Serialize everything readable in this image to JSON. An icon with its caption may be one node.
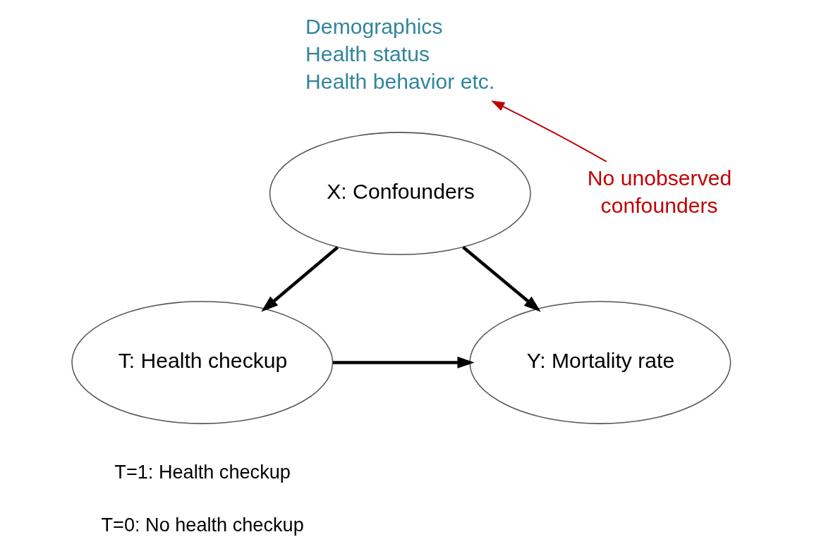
{
  "diagram": {
    "nodes": [
      {
        "text": [
          "X: Confounders"
        ]
      },
      {
        "text": [
          "T: Health checkup"
        ]
      },
      {
        "text": [
          "Y: Mortality rate"
        ]
      },
      {
        "text": [
          "Demographics",
          "Health status",
          "Health behavior etc."
        ]
      },
      {
        "text": [
          "No unobserved confounders"
        ]
      }
    ],
    "edges": [
      {
        "from": 0,
        "to": 1,
        "arrow": "to"
      },
      {
        "from": 0,
        "to": 2,
        "arrow": "to"
      },
      {
        "from": 1,
        "to": 2,
        "arrow": "to"
      },
      {
        "from": 4,
        "to": 3,
        "arrow": "to",
        "color": "#c00000"
      }
    ],
    "labels": [
      "T=1: Health checkup",
      "T=0: No health checkup"
    ]
  }
}
